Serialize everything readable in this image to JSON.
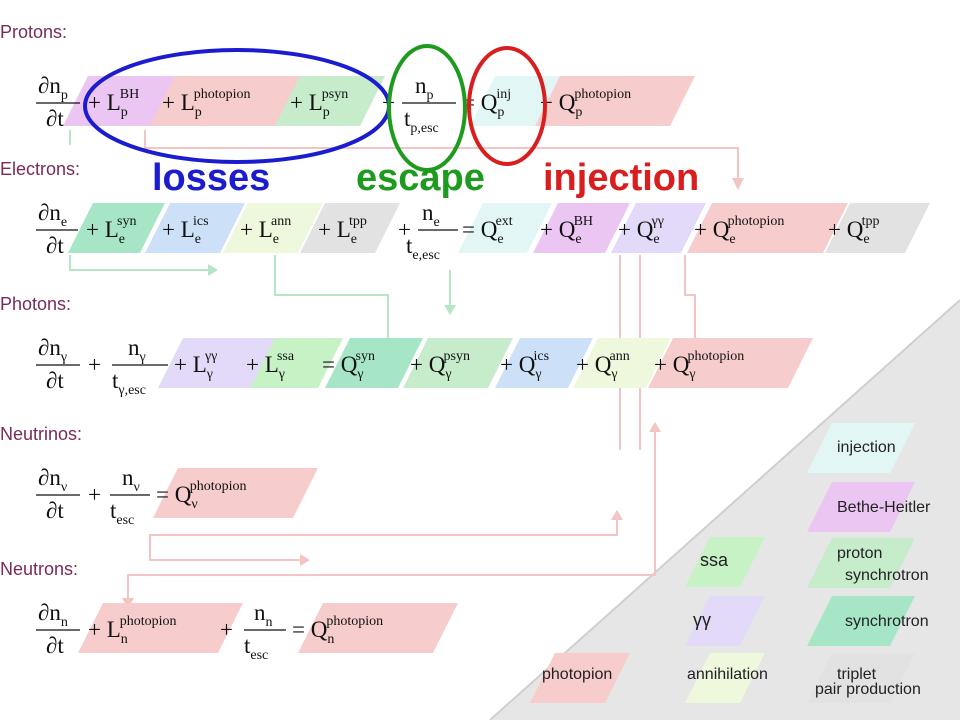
{
  "species": {
    "protons": "Protons:",
    "electrons": "Electrons:",
    "photons": "Photons:",
    "neutrinos": "Neutrinos:",
    "neutrons": "Neutrons:"
  },
  "annotations": {
    "losses": "losses",
    "escape": "escape",
    "injection": "injection"
  },
  "annotation_colors": {
    "losses": "#1c1ccf",
    "escape": "#1e9a1e",
    "injection": "#d81e1e"
  },
  "process_colors": {
    "injection": "#e3f6f6",
    "bethe_heitler": "#ecc6f2",
    "proton_synchrotron": "#c6eccc",
    "synchrotron": "#a6e6c6",
    "triplet": "#e2e2e2",
    "photopion": "#f6cccc",
    "annihilation": "#eef8dc",
    "gammagamma": "#e2daf8",
    "ssa": "#c6f2c6",
    "ics": "#cce0f8"
  },
  "legend": {
    "injection": "injection",
    "bethe_heitler": "Bethe-Heitler",
    "proton_synchrotron_1": "proton",
    "proton_synchrotron_2": "synchrotron",
    "synchrotron": "synchrotron",
    "triplet": "triplet",
    "pair_production": "pair production",
    "photopion": "photopion",
    "annihilation": "annihilation",
    "gammagamma": "γγ",
    "ssa": "ssa"
  }
}
